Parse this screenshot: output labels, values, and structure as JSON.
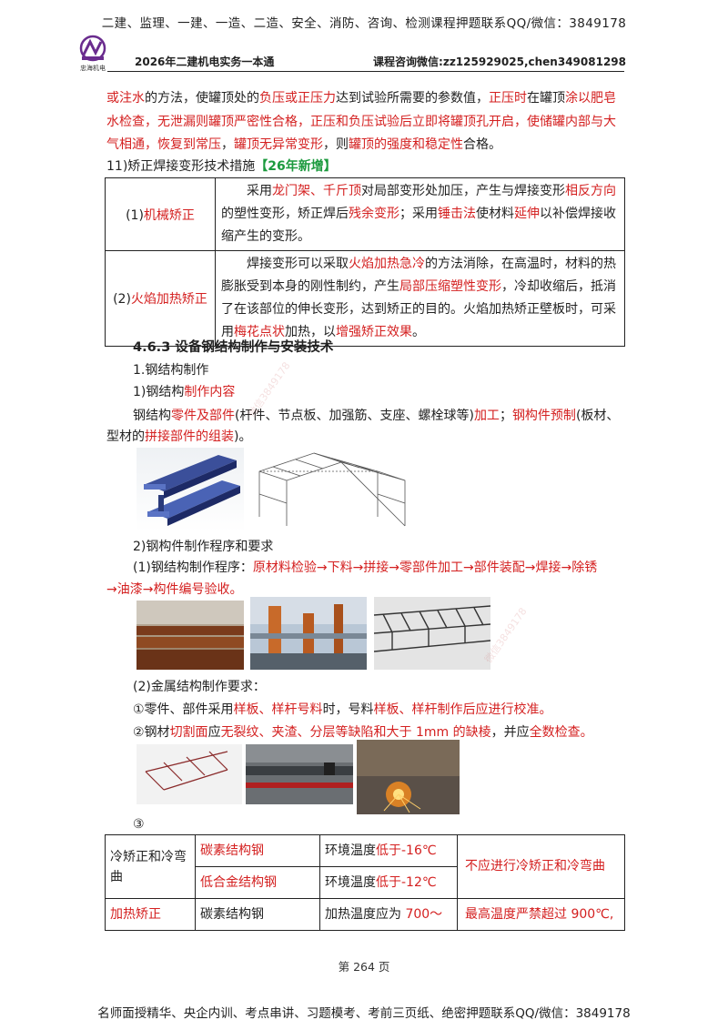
{
  "header": {
    "banner": "二建、监理、一建、一造、二造、安全、消防、咨询、检测课程押题联系QQ/微信：3849178",
    "logo_text": "忠海机电",
    "book_title": "2026年二建机电实务一本通",
    "contact": "课程咨询微信:zz125929025,chen349081298"
  },
  "intro": {
    "l1": [
      {
        "t": "或注水",
        "red": true
      },
      {
        "t": "的方法，使罐顶处的",
        "red": false
      },
      {
        "t": "负压或正压力",
        "red": true
      },
      {
        "t": "达到试验所需要的参数值，",
        "red": false
      },
      {
        "t": "正压时",
        "red": true
      },
      {
        "t": "在罐顶",
        "red": false
      },
      {
        "t": "涂以肥皂",
        "red": true
      }
    ],
    "l2": [
      {
        "t": "水检查，无泄漏则罐顶严密性合格，正压和负压试验后立即将罐顶孔开启，使储罐内部与大",
        "red": true
      }
    ],
    "l3": [
      {
        "t": "气相通，恢复到常压",
        "red": true
      },
      {
        "t": "，",
        "red": false
      },
      {
        "t": "罐顶无异常变形",
        "red": true
      },
      {
        "t": "，则",
        "red": false
      },
      {
        "t": "罐顶的强度和稳定性",
        "red": true
      },
      {
        "t": "合格。",
        "red": false
      }
    ]
  },
  "section11": {
    "title": "11)矫正焊接变形技术措施",
    "tag": "【26年新增】"
  },
  "table1": {
    "rows": [
      {
        "label": [
          {
            "t": "(1)",
            "red": false
          },
          {
            "t": "机械矫正",
            "red": true
          }
        ],
        "lines": [
          [
            {
              "t": "　　采用",
              "red": false
            },
            {
              "t": "龙门架、千斤顶",
              "red": true
            },
            {
              "t": "对局部变形处加压，产生与焊接变形",
              "red": false
            },
            {
              "t": "相反方向",
              "red": true
            }
          ],
          [
            {
              "t": "的塑性变形，矫正焊后",
              "red": false
            },
            {
              "t": "残余变形",
              "red": true
            },
            {
              "t": "；采用",
              "red": false
            },
            {
              "t": "锤击法",
              "red": true
            },
            {
              "t": "使材料",
              "red": false
            },
            {
              "t": "延伸",
              "red": true
            },
            {
              "t": "以补偿焊接收",
              "red": false
            }
          ],
          [
            {
              "t": "缩产生的变形。",
              "red": false
            }
          ]
        ]
      },
      {
        "label": [
          {
            "t": "(2)",
            "red": false
          },
          {
            "t": "火焰加热矫正",
            "red": true
          }
        ],
        "lines": [
          [
            {
              "t": "　　焊接变形可以采取",
              "red": false
            },
            {
              "t": "火焰加热急冷",
              "red": true
            },
            {
              "t": "的方法消除，在高温时，材料的热",
              "red": false
            }
          ],
          [
            {
              "t": "膨胀受到本身的刚性制约，产生",
              "red": false
            },
            {
              "t": "局部压缩塑性变形",
              "red": true
            },
            {
              "t": "，冷却收缩后，抵消",
              "red": false
            }
          ],
          [
            {
              "t": "了在该部位的伸长变形，达到矫正的目的。火焰加热矫正壁板时，可采",
              "red": false
            }
          ],
          [
            {
              "t": "用",
              "red": false
            },
            {
              "t": "梅花点状",
              "red": true
            },
            {
              "t": "加热，以",
              "red": false
            },
            {
              "t": "增强矫正效果",
              "red": true
            },
            {
              "t": "。",
              "red": false
            }
          ]
        ]
      }
    ]
  },
  "section463": {
    "heading": "4.6.3 设备钢结构制作与安装技术",
    "sub1": "1.钢结构制作",
    "sub1a": [
      {
        "t": "1)钢结构",
        "red": false
      },
      {
        "t": "制作内容",
        "red": true
      }
    ],
    "p1": [
      {
        "t": "钢结构",
        "red": false
      },
      {
        "t": "零件及部件",
        "red": true
      },
      {
        "t": "(杆件、节点板、加强筋、支座、螺栓球等)",
        "red": false
      },
      {
        "t": "加工",
        "red": true
      },
      {
        "t": "；",
        "red": false
      },
      {
        "t": "钢构件预制",
        "red": true
      },
      {
        "t": "(板材、",
        "red": false
      }
    ],
    "p2": [
      {
        "t": "型材的",
        "red": false
      },
      {
        "t": "拼接部件的组装",
        "red": true
      },
      {
        "t": ")。",
        "red": false
      }
    ],
    "sub2": "2)钢构件制作程序和要求",
    "p3": [
      {
        "t": "(1)钢结构制作程序：",
        "red": false
      },
      {
        "t": "原材料检验→下料→拼接→零部件加工→部件装配→焊接→除锈",
        "red": true
      }
    ],
    "p4": [
      {
        "t": "→油漆→构件编号验收。",
        "red": true
      }
    ],
    "sub3": "(2)金属结构制作要求：",
    "r1": [
      {
        "t": "①零件、部件采用",
        "red": false
      },
      {
        "t": "样板、样杆号料",
        "red": true
      },
      {
        "t": "时，号料",
        "red": false
      },
      {
        "t": "样板、样杆制作后应进行校准。",
        "red": true
      }
    ],
    "r2": [
      {
        "t": "②钢材",
        "red": false
      },
      {
        "t": "切割面",
        "red": true
      },
      {
        "t": "应",
        "red": false
      },
      {
        "t": "无裂纹、夹渣、分层等缺陷和大于 1mm 的缺棱",
        "red": true
      },
      {
        "t": "，并应",
        "red": false
      },
      {
        "t": "全数检查。",
        "red": true
      }
    ],
    "r3": "③"
  },
  "table2": {
    "group1_label": "冷矫正和冷弯曲",
    "g1_row1_material": "碳素结构钢",
    "g1_row1_temp": [
      {
        "t": "环境温度",
        "red": false
      },
      {
        "t": "低于-16℃",
        "red": true
      }
    ],
    "g1_row2_material": "低合金结构钢",
    "g1_row2_temp": [
      {
        "t": "环境温度",
        "red": false
      },
      {
        "t": "低于-12℃",
        "red": true
      }
    ],
    "g1_rule": "不应进行冷矫正和冷弯曲",
    "group2_label": "加热矫正",
    "g2_material": "碳素结构钢",
    "g2_temp": [
      {
        "t": "加热温度应为 ",
        "red": false
      },
      {
        "t": "700～",
        "red": true
      }
    ],
    "g2_rule": "最高温度严禁超过 900℃,"
  },
  "watermark": "微信3849178",
  "page_number": "第 264 页",
  "footer": "名师面授精华、央企内训、考点串讲、习题模考、考前三页纸、绝密押题联系QQ/微信：3849178"
}
